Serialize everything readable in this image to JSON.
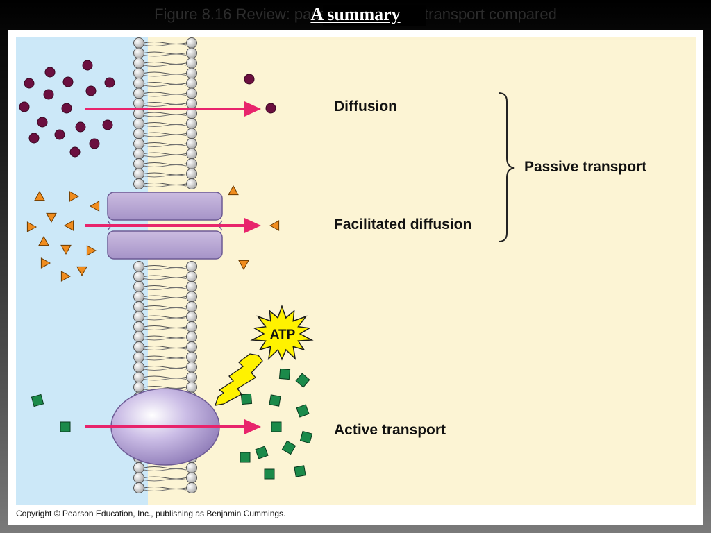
{
  "header": {
    "background_title": "Figure 8.16 Review: passive and active transport compared",
    "title": "A summary"
  },
  "figure": {
    "labels": {
      "diffusion": "Diffusion",
      "facilitated_diffusion": "Facilitated diffusion",
      "active_transport": "Active transport",
      "passive_transport": "Passive transport",
      "atp": "ATP"
    },
    "copyright": "Copyright © Pearson Education, Inc., publishing as Benjamin Cummings."
  },
  "colors": {
    "outside": "#cce8f8",
    "inside": "#fcf4d4",
    "arrow": "#e8246c",
    "molecule": "#6b0f3f",
    "triangle": "#f08c1e",
    "square": "#1b8a4a",
    "channel": "#b9a4d4",
    "pump": "#c0b0e0",
    "atp": "#fff200"
  }
}
